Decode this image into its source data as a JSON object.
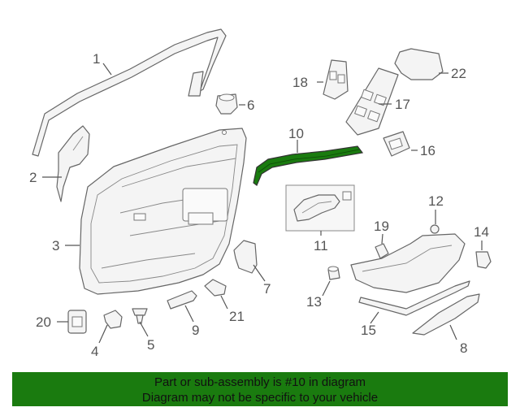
{
  "callouts": [
    "1",
    "2",
    "3",
    "4",
    "5",
    "6",
    "7",
    "8",
    "9",
    "10",
    "11",
    "12",
    "13",
    "14",
    "15",
    "16",
    "17",
    "18",
    "19",
    "20",
    "21",
    "22"
  ],
  "highlight_part": "10",
  "highlight_color": "#1a7b0f",
  "footer": {
    "line1": "Part or sub-assembly is #10 in diagram",
    "line2": "Diagram may not be specific to your vehicle",
    "background": "#1a7b0f"
  }
}
